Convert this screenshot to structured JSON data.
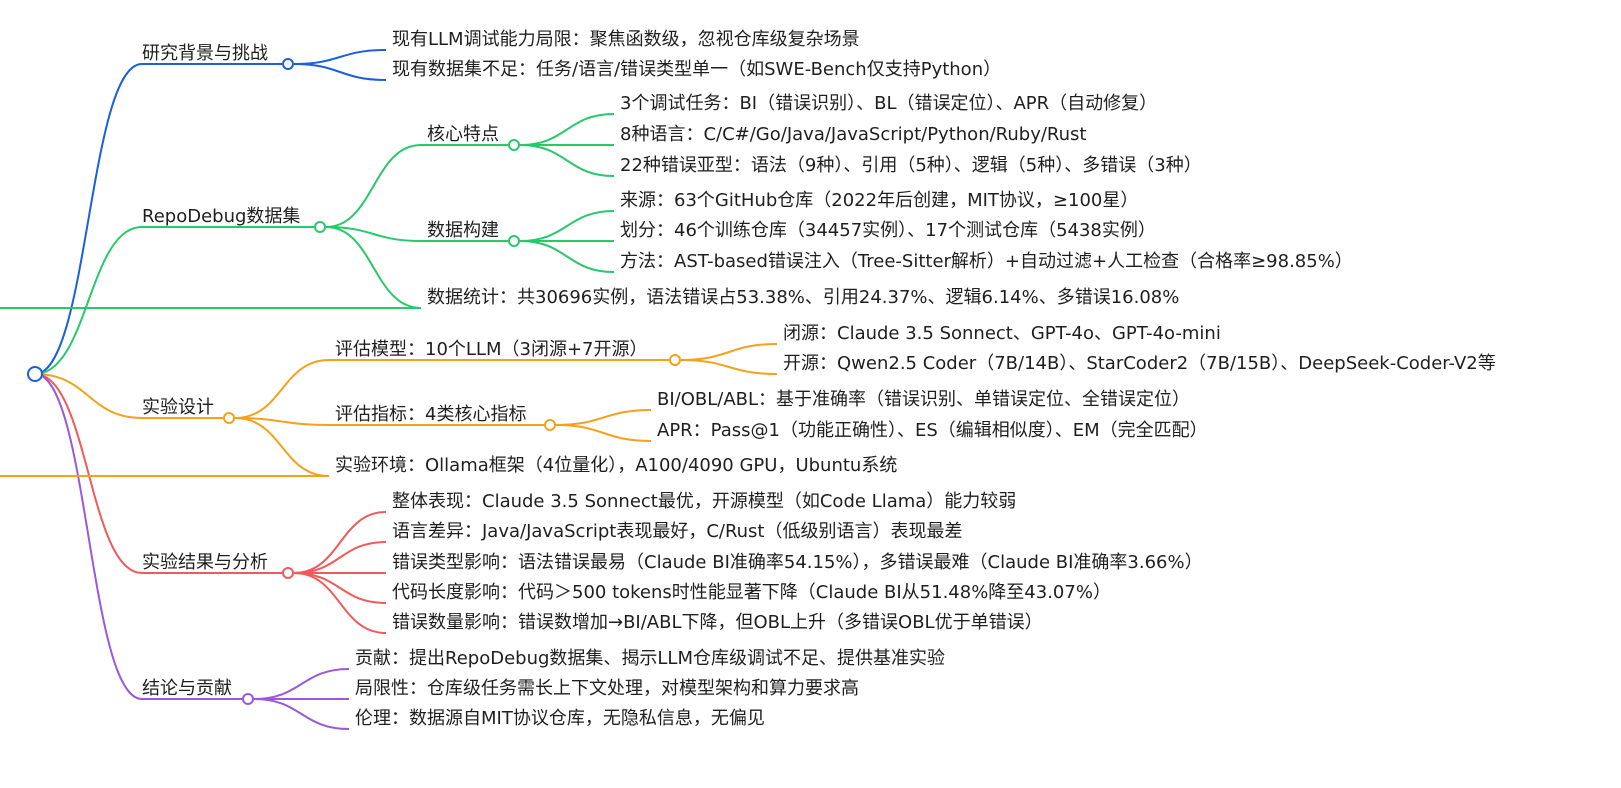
{
  "colors": {
    "blue": "#1a5fe0",
    "green": "#27c96b",
    "orange": "#f5a11c",
    "red": "#f05a5a",
    "purple": "#9b59d9"
  },
  "mindmap": {
    "branches": [
      {
        "label": "研究背景与挑战",
        "color": "#1a5fe0",
        "icon": "hollow-circle-node-icon",
        "children": [
          {
            "label": "现有LLM调试能力局限：聚焦函数级，忽视仓库级复杂场景"
          },
          {
            "label": "现有数据集不足：任务/语言/错误类型单一（如SWE-Bench仅支持Python）"
          }
        ]
      },
      {
        "label": "RepoDebug数据集",
        "color": "#27c96b",
        "icon": "hollow-circle-node-icon",
        "children": [
          {
            "label": "核心特点",
            "children": [
              {
                "label": "3个调试任务：BI（错误识别）、BL（错误定位）、APR（自动修复）"
              },
              {
                "label": "8种语言：C/C#/Go/Java/JavaScript/Python/Ruby/Rust"
              },
              {
                "label": "22种错误亚型：语法（9种）、引用（5种）、逻辑（5种）、多错误（3种）"
              }
            ]
          },
          {
            "label": "数据构建",
            "children": [
              {
                "label": "来源：63个GitHub仓库（2022年后创建，MIT协议，≥100星）"
              },
              {
                "label": "划分：46个训练仓库（34457实例）、17个测试仓库（5438实例）"
              },
              {
                "label": "方法：AST-based错误注入（Tree-Sitter解析）+自动过滤+人工检查（合格率≥98.85%）"
              }
            ]
          },
          {
            "label": "数据统计：共30696实例，语法错误占53.38%、引用24.37%、逻辑6.14%、多错误16.08%"
          }
        ]
      },
      {
        "label": "实验设计",
        "color": "#f5a11c",
        "icon": "hollow-circle-node-icon",
        "children": [
          {
            "label": "评估模型：10个LLM（3闭源+7开源）",
            "children": [
              {
                "label": "闭源：Claude 3.5 Sonnect、GPT-4o、GPT-4o-mini"
              },
              {
                "label": "开源：Qwen2.5 Coder（7B/14B）、StarCoder2（7B/15B）、DeepSeek-Coder-V2等"
              }
            ]
          },
          {
            "label": "评估指标：4类核心指标",
            "children": [
              {
                "label": "BI/OBL/ABL：基于准确率（错误识别、单错误定位、全错误定位）"
              },
              {
                "label": "APR：Pass@1（功能正确性）、ES（编辑相似度）、EM（完全匹配）"
              }
            ]
          },
          {
            "label": "实验环境：Ollama框架（4位量化），A100/4090 GPU，Ubuntu系统"
          }
        ]
      },
      {
        "label": "实验结果与分析",
        "color": "#f05a5a",
        "icon": "hollow-circle-node-icon",
        "children": [
          {
            "label": "整体表现：Claude 3.5 Sonnect最优，开源模型（如Code Llama）能力较弱"
          },
          {
            "label": "语言差异：Java/JavaScript表现最好，C/Rust（低级别语言）表现最差"
          },
          {
            "label": "错误类型影响：语法错误最易（Claude BI准确率54.15%），多错误最难（Claude BI准确率3.66%）"
          },
          {
            "label": "代码长度影响：代码＞500 tokens时性能显著下降（Claude BI从51.48%降至43.07%）"
          },
          {
            "label": "错误数量影响：错误数增加→BI/ABL下降，但OBL上升（多错误OBL优于单错误）"
          }
        ]
      },
      {
        "label": "结论与贡献",
        "color": "#9b59d9",
        "icon": "hollow-circle-node-icon",
        "children": [
          {
            "label": "贡献：提出RepoDebug数据集、揭示LLM仓库级调试不足、提供基准实验"
          },
          {
            "label": "局限性：仓库级任务需长上下文处理，对模型架构和算力要求高"
          },
          {
            "label": "伦理：数据源自MIT协议仓库，无隐私信息，无偏见"
          }
        ]
      }
    ]
  }
}
